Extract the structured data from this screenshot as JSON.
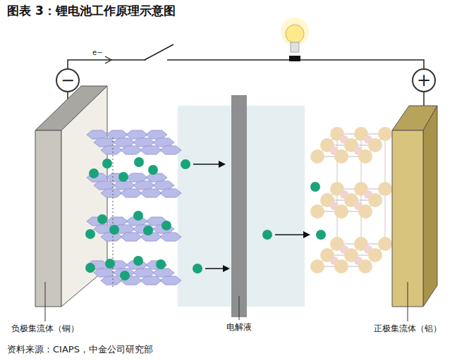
{
  "diagram": {
    "title": "图表 3：锂电池工作原理示意图",
    "caption": "资料来源：CIAPS，中金公司研究部",
    "nodes": [
      {
        "text": [
          "−"
        ]
      },
      {
        "text": [
          "+"
        ]
      }
    ],
    "edges": [
      {
        "from": 0,
        "to": 1,
        "arrow": "to",
        "label": "e−"
      }
    ],
    "labels": [
      "负极集流体（铜）",
      "电解液",
      "正极集流体（铝）"
    ]
  }
}
